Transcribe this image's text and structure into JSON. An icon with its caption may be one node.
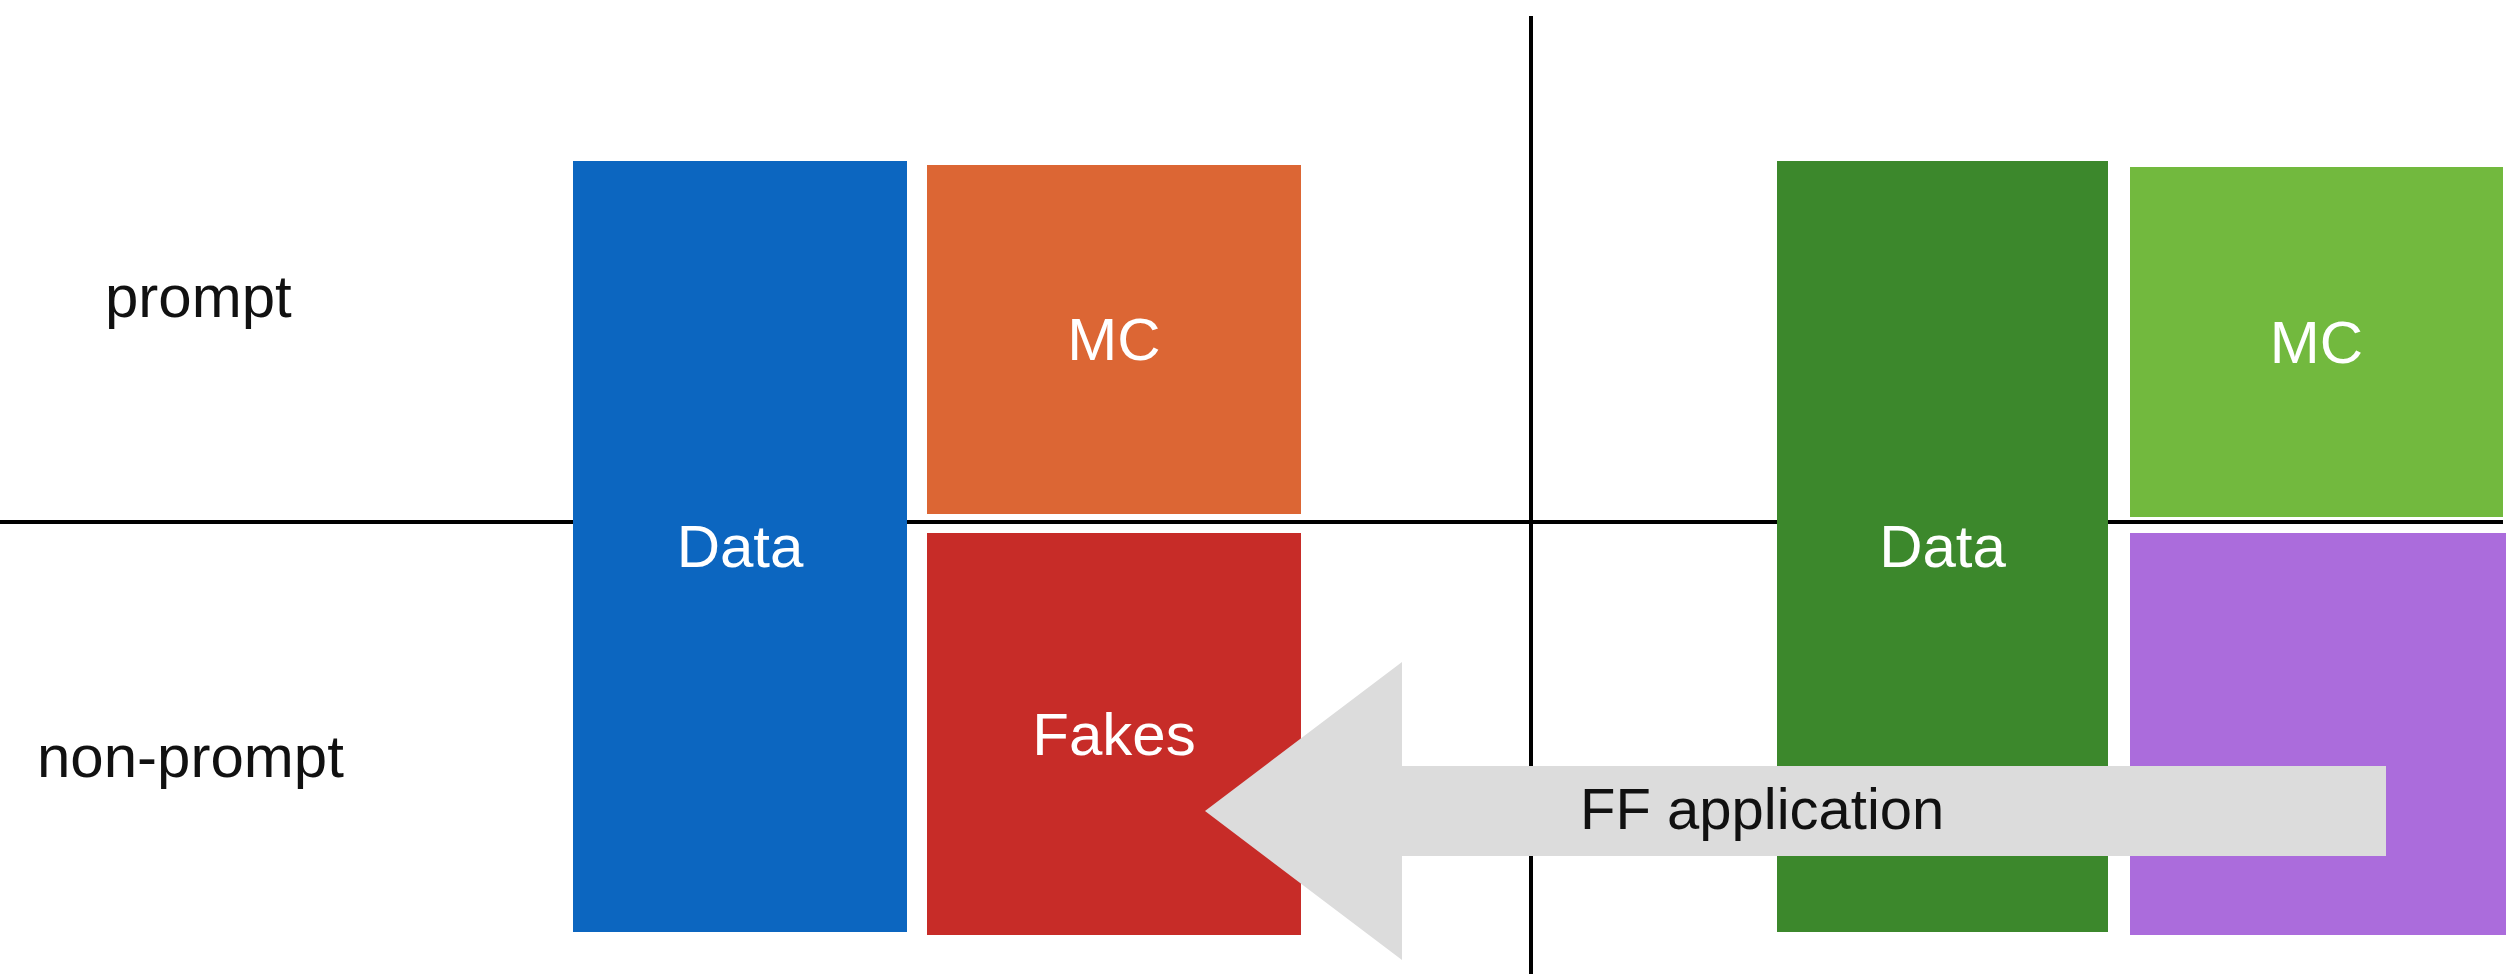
{
  "diagram": {
    "nodes": [
      {
        "text": [
          "Data"
        ]
      },
      {
        "text": [
          "MC"
        ]
      },
      {
        "text": [
          "Fakes"
        ]
      },
      {
        "text": [
          "Data"
        ]
      },
      {
        "text": [
          "MC"
        ]
      },
      {
        "text": [],
        "shape": "box"
      }
    ],
    "edges": [
      {
        "from": 5,
        "to": 2,
        "arrow": "to",
        "label": "FF application",
        "style": "thick",
        "color": "#dcdcdc"
      }
    ],
    "labels": [
      "prompt",
      "non-prompt"
    ]
  }
}
